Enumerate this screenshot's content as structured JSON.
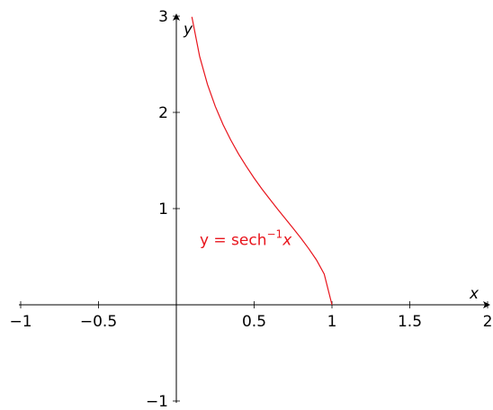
{
  "chart_data": {
    "type": "line",
    "xlabel": "x",
    "ylabel": "y",
    "xlim": [
      -1,
      2
    ],
    "ylim": [
      -1,
      3
    ],
    "x_ticks": [
      -1,
      -0.5,
      0.5,
      1,
      1.5,
      2
    ],
    "x_tick_labels": [
      "−1",
      "−0.5",
      "0.5",
      "1",
      "1.5",
      "2"
    ],
    "y_ticks": [
      -1,
      1,
      2,
      3
    ],
    "y_tick_labels": [
      "−1",
      "1",
      "2",
      "3"
    ],
    "grid": false,
    "series": [
      {
        "label_prefix": "y = sech",
        "label_sup": "−1",
        "label_suffix": "x",
        "color": "#e8141c",
        "x": [
          0.1,
          0.15,
          0.2,
          0.25,
          0.3,
          0.35,
          0.4,
          0.45,
          0.5,
          0.55,
          0.6,
          0.65,
          0.7,
          0.75,
          0.8,
          0.85,
          0.9,
          0.95,
          1.0
        ],
        "y": [
          2.993,
          2.582,
          2.292,
          2.063,
          1.874,
          1.711,
          1.567,
          1.437,
          1.317,
          1.205,
          1.099,
          0.996,
          0.896,
          0.795,
          0.693,
          0.586,
          0.467,
          0.32,
          0.0
        ]
      }
    ]
  }
}
